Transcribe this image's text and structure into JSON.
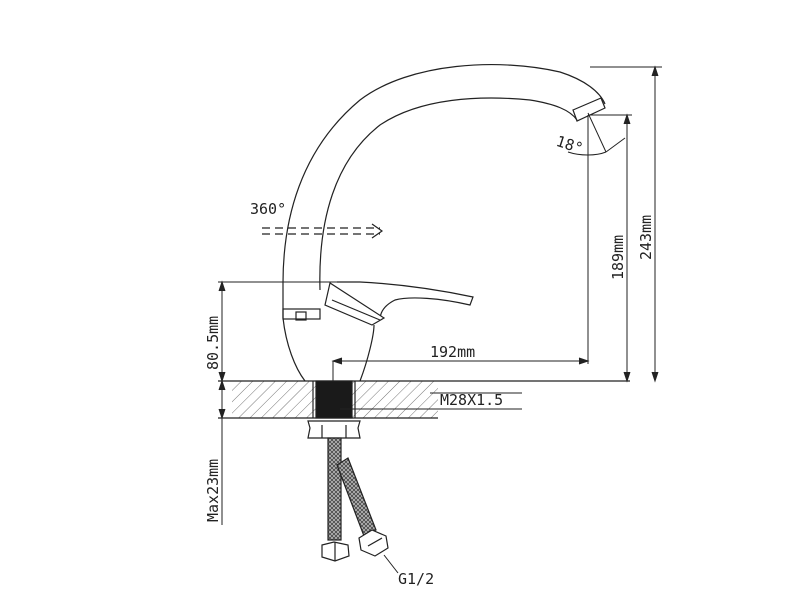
{
  "diagram": {
    "labels": {
      "rotation": "360°",
      "spout_angle": "18°",
      "total_height": "243mm",
      "spout_height": "189mm",
      "spout_reach": "192mm",
      "body_height": "80.5mm",
      "thread": "M28X1.5",
      "max_counter": "Max23mm",
      "hose_thread": "G1/2"
    },
    "colors": {
      "line": "#222222",
      "fill": "#1a1a1a"
    }
  }
}
